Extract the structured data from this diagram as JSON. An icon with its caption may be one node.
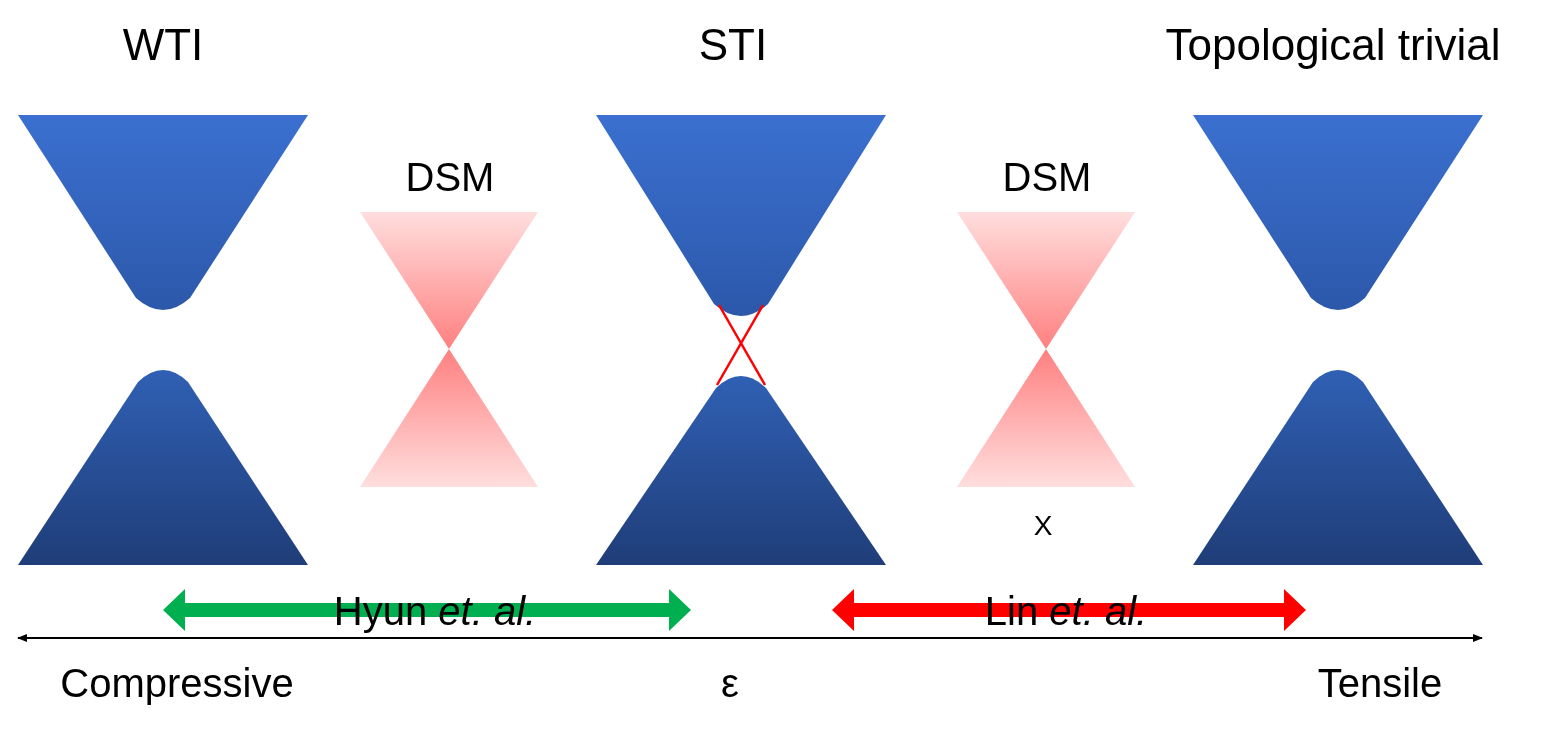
{
  "diagram": {
    "labels": [
      "WTI",
      "STI",
      "Topological trivial",
      "DSM",
      "DSM",
      "X",
      "Hyun *et. al.*",
      "Lin *et. al.*",
      "Compressive",
      "ε",
      "Tensile"
    ]
  }
}
